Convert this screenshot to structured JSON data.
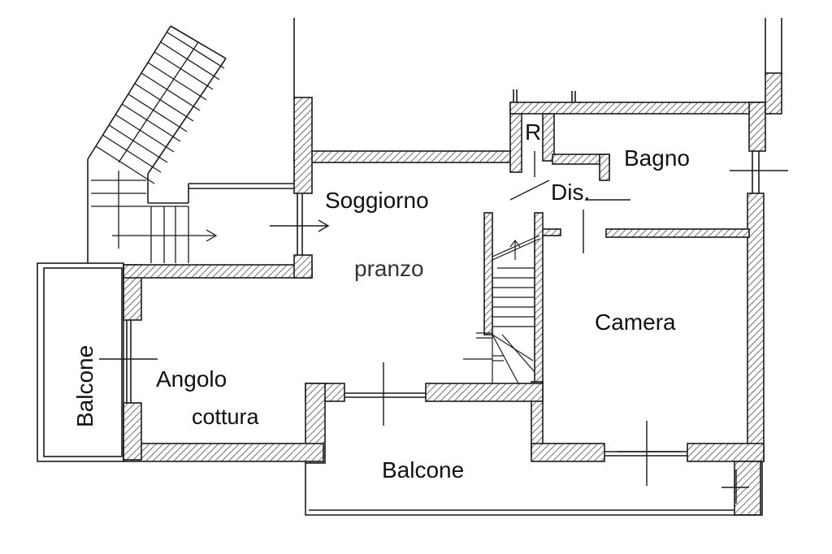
{
  "plan": {
    "rooms": {
      "bagno": "Bagno",
      "r": "R",
      "dis": "Dis.",
      "soggiorno": "Soggiorno",
      "pranzo": "pranzo",
      "camera": "Camera",
      "angolo_line1": "Angolo",
      "angolo_line2": "cottura",
      "balcone_left": "Balcone",
      "balcone_bottom": "Balcone"
    },
    "colors": {
      "line": "#1a1a1a",
      "hatch": "#555555",
      "background": "#ffffff"
    }
  }
}
